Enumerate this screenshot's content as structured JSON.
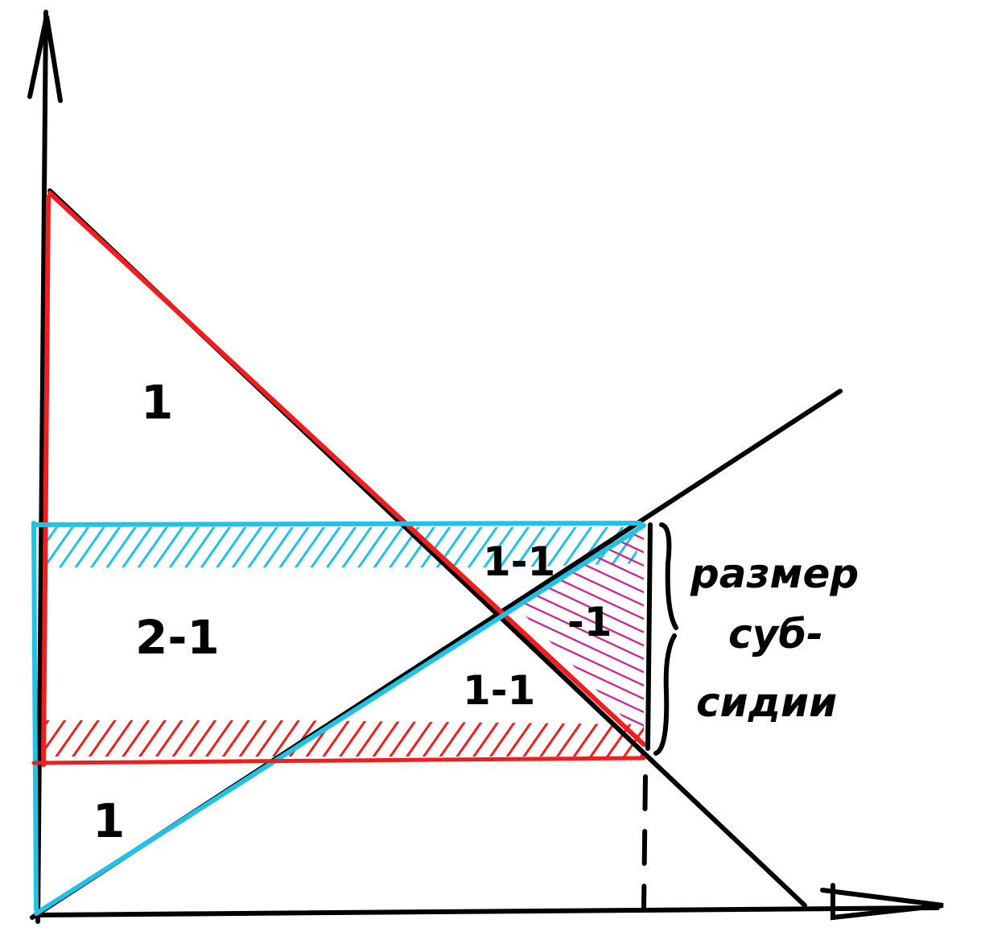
{
  "colors": {
    "ink": "#000000",
    "red": "#f01e1e",
    "blue": "#22c1e6",
    "magenta": "#cc1f8e",
    "background": "#ffffff"
  },
  "regions": {
    "top_triangle": "1",
    "upper_middle_rect": "2-1",
    "blue_band_triangle": "1-1",
    "magenta_triangle": "-1",
    "lower_triangle": "1-1",
    "bottom_triangle": "1"
  },
  "annotation": {
    "line1": "размер",
    "line2": "суб-",
    "line3": "сидии"
  }
}
